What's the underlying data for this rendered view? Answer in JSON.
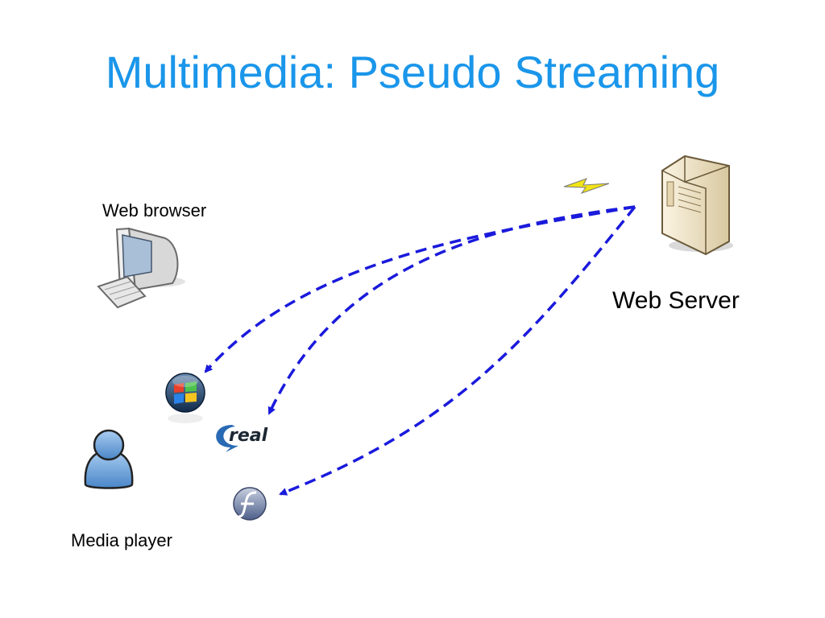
{
  "slide": {
    "title": "Multimedia: Pseudo Streaming"
  },
  "labels": {
    "web_browser": "Web browser",
    "web_server": "Web Server",
    "media_player": "Media player"
  },
  "logos": {
    "real": "real"
  },
  "icons": {
    "computer": "computer-icon",
    "server": "server-icon",
    "lightning": "lightning-icon",
    "user": "user-icon",
    "windows_media": "windows-media-icon",
    "realplayer": "realplayer-icon",
    "flash": "flash-icon"
  },
  "colors": {
    "title": "#1a96ea",
    "arrow": "#1a1adc"
  }
}
